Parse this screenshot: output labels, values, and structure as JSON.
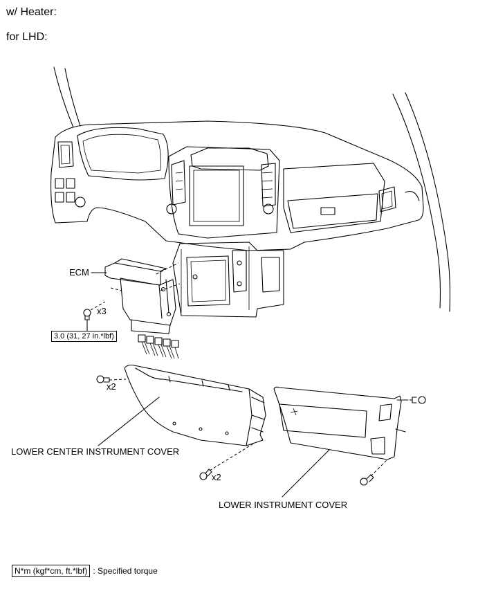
{
  "header": {
    "condition": "w/ Heater:",
    "variant": "for LHD:"
  },
  "callouts": {
    "ecm": "ECM",
    "ecm_qty": "x3",
    "torque_spec": "3.0 (31, 27 in.*lbf)",
    "lower_center_qty": "x2",
    "lower_center_screw_qty": "x2",
    "lower_center_cover": "LOWER CENTER INSTRUMENT COVER",
    "lower_instrument_cover": "LOWER INSTRUMENT COVER"
  },
  "legend": {
    "unit_box": "N*m (kgf*cm, ft.*lbf)",
    "description": ": Specified torque"
  }
}
